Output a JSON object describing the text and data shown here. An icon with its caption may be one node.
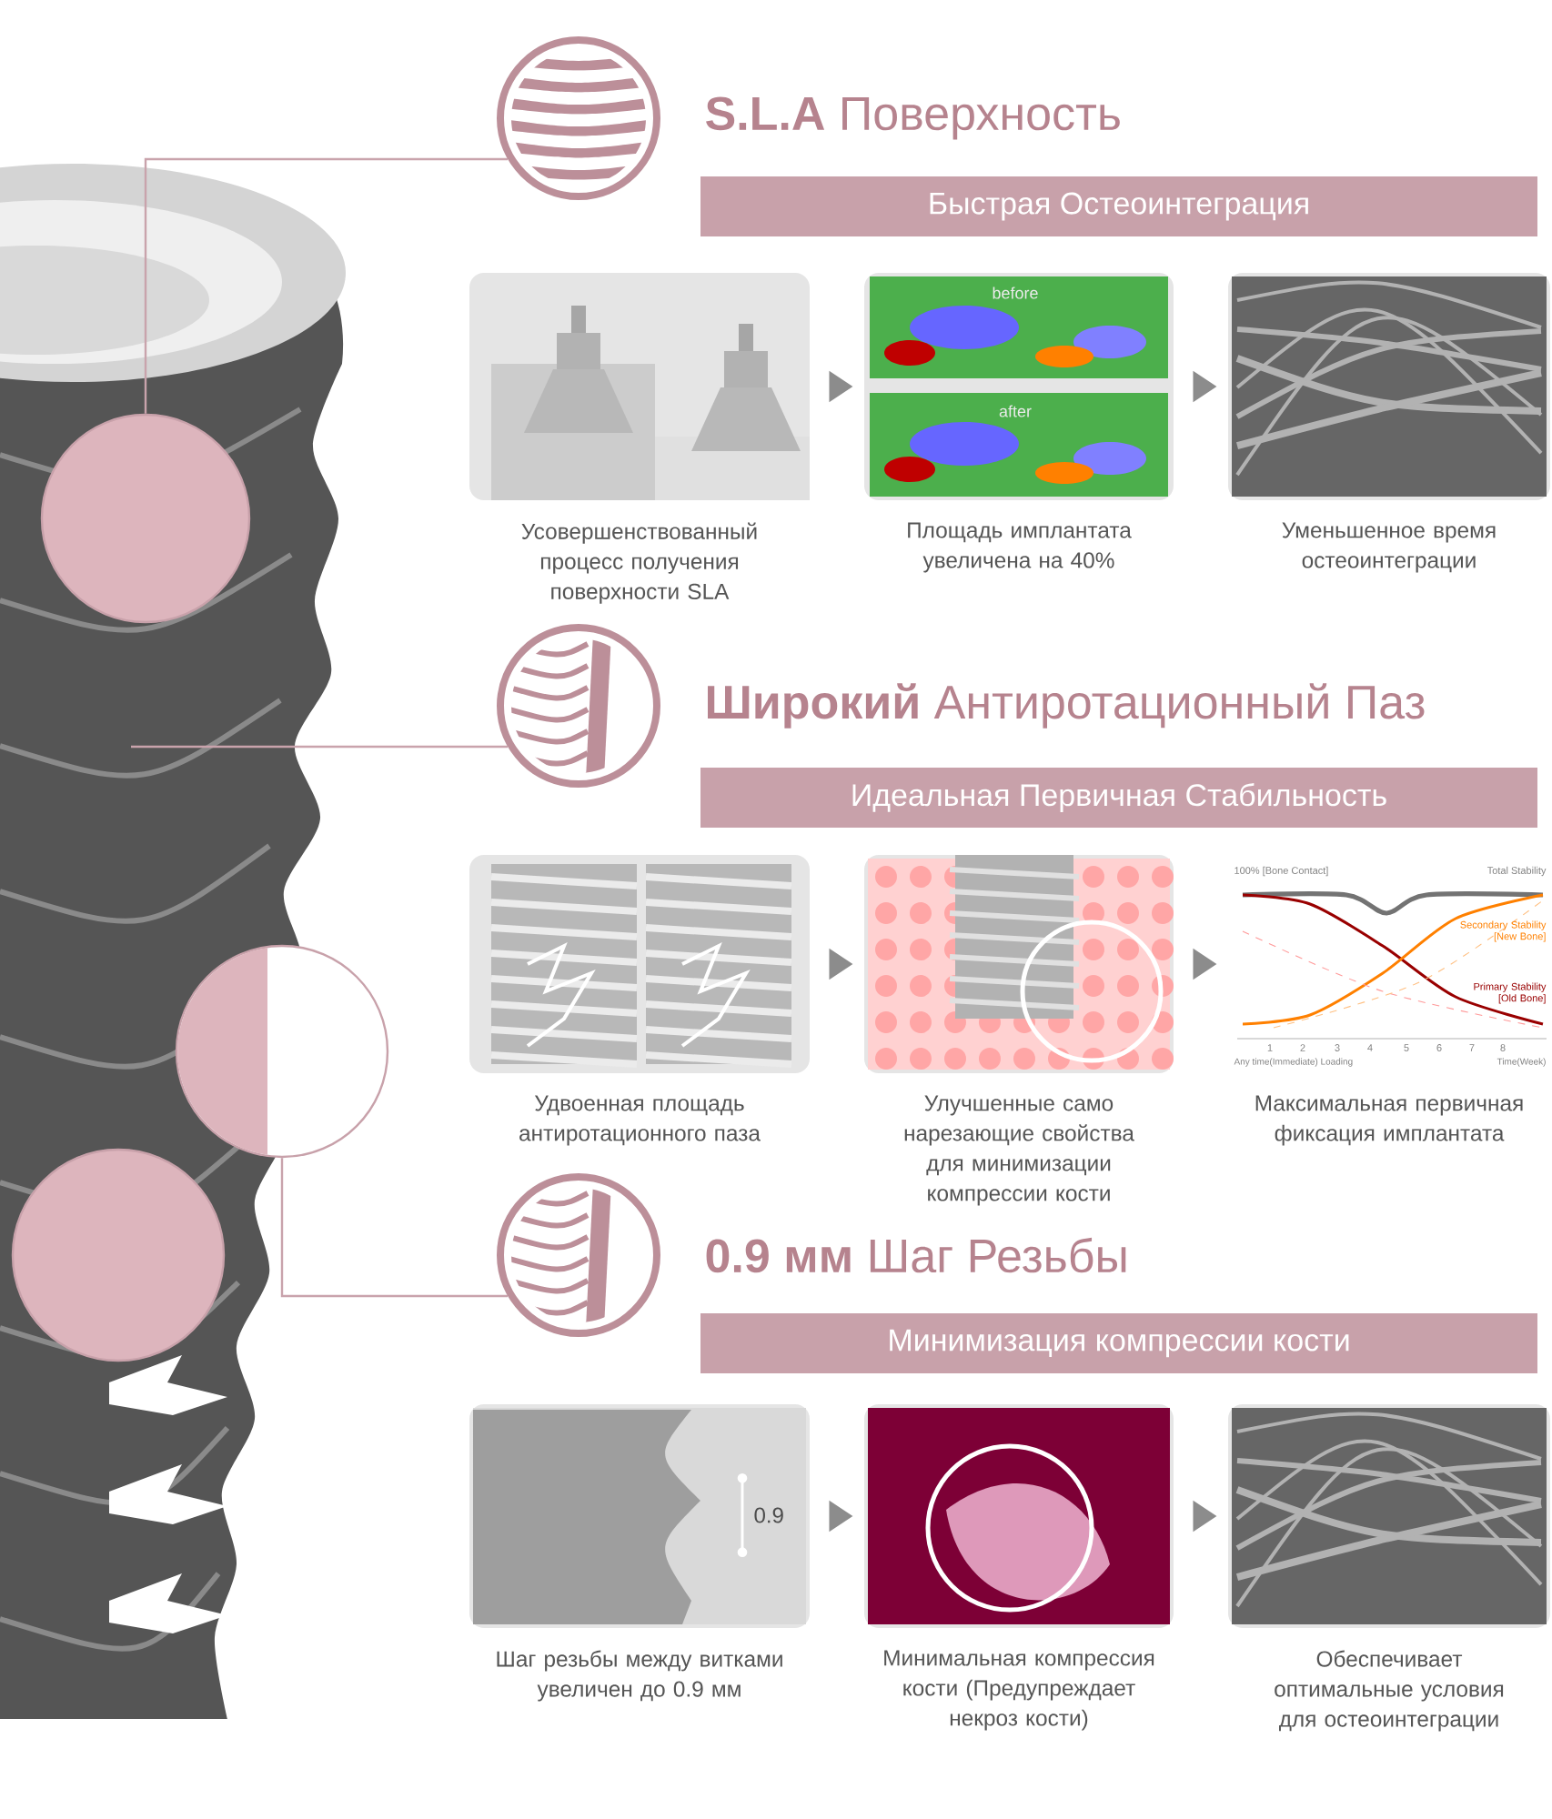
{
  "diagram": {
    "nodes": [
      {
        "text": [],
        "shape": "circle"
      },
      {
        "text": [],
        "shape": "circle"
      },
      {
        "text": [],
        "shape": "circle"
      },
      {
        "text": [],
        "shape": "circle"
      },
      {
        "text": [
          "**S.L.A** Поверхность"
        ]
      },
      {
        "text": [
          "Быстрая Остеоинтеграция"
        ]
      },
      {
        "text": [],
        "shape": "picture",
        "beside": [
          "Усовершенствованный процесс получения поверхности SLA"
        ]
      },
      {
        "text": [],
        "shape": "picture",
        "beside": [
          "Площадь имплантата увеличена на 40%"
        ]
      },
      {
        "text": [],
        "shape": "picture",
        "beside": [
          "Уменьшенное время остеоинтеграции"
        ]
      },
      {
        "text": [],
        "shape": "circle"
      },
      {
        "text": [
          "**Широкий** Антиротационный Паз"
        ]
      },
      {
        "text": [
          "Идеальная Первичная Стабильность"
        ]
      },
      {
        "text": [],
        "shape": "picture",
        "beside": [
          "Удвоенная площадь антиротационного паза"
        ]
      },
      {
        "text": [],
        "shape": "picture",
        "beside": [
          "Улучшенные само нарезающие свойства для минимизации компрессии кости"
        ]
      },
      {
        "text": [],
        "shape": "picture",
        "beside": [
          "Максимальная первичная фиксация имплантата"
        ]
      },
      {
        "text": [],
        "shape": "circle"
      },
      {
        "text": [
          "**0.9 мм** Шаг Резьбы"
        ]
      },
      {
        "text": [
          "Минимизация компрессии кости"
        ]
      },
      {
        "text": [],
        "shape": "picture",
        "beside": [
          "Шаг резьбы между витками увеличен до 0.9 мм"
        ]
      },
      {
        "text": [],
        "shape": "picture",
        "beside": [
          "Минимальная компрессия кости (Предупреждает некроз кости)"
        ]
      },
      {
        "text": [],
        "shape": "picture",
        "beside": [
          "Обеспечивает оптимальные условия для остеоинтеграции"
        ]
      }
    ],
    "edges": [
      {
        "from": 0,
        "to": 3,
        "arrow": "none",
        "color": "#c9a3ac"
      },
      {
        "from": null,
        "to": 9,
        "arrow": "none",
        "color": "#c9a3ac"
      },
      {
        "from": 1,
        "to": 15,
        "arrow": "none",
        "color": "#c9a3ac"
      },
      {
        "from": 6,
        "to": 7,
        "arrow": "to"
      },
      {
        "from": 7,
        "to": 8,
        "arrow": "to"
      },
      {
        "from": 12,
        "to": 13,
        "arrow": "to"
      },
      {
        "from": 13,
        "to": 14,
        "arrow": "to"
      },
      {
        "from": 18,
        "to": 19,
        "arrow": "to"
      },
      {
        "from": 19,
        "to": 20,
        "arrow": "to"
      }
    ],
    "labels": [
      "before",
      "after",
      "100% [Bone Contact]",
      "Total Stability",
      "Secondary Stability [New Bone]",
      "Primary Stability [Old Bone]",
      "1",
      "2",
      "3",
      "4",
      "5",
      "6",
      "7",
      "8",
      "Any time(Immediate) Loading",
      "Time(Week)",
      "0.9"
    ]
  }
}
